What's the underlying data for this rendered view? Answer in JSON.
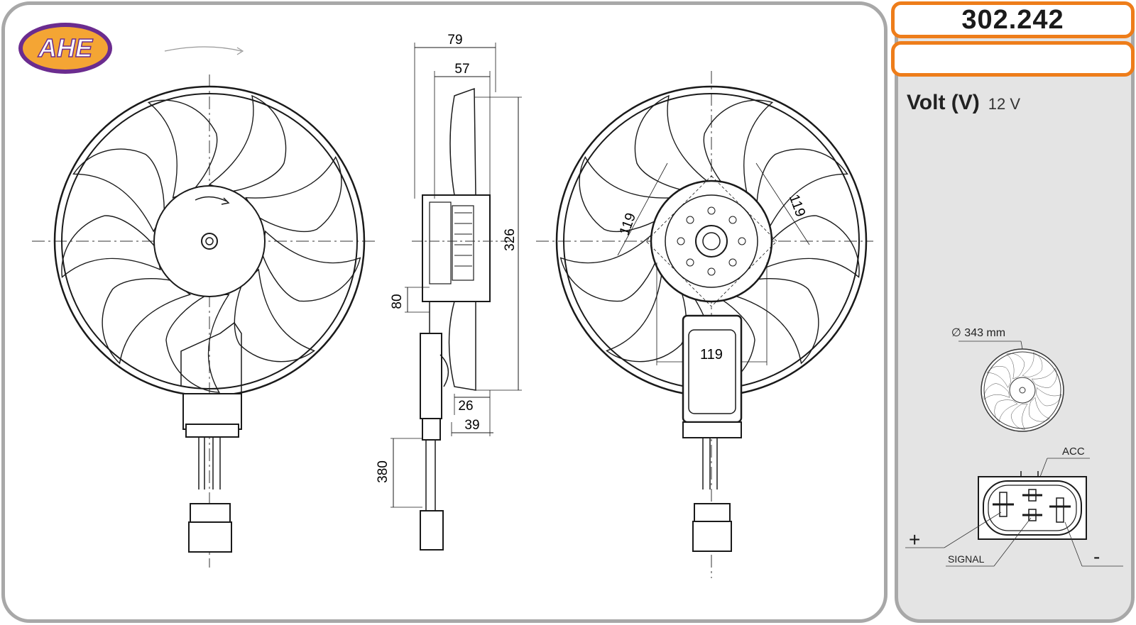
{
  "logo": {
    "text": "AHE",
    "colors": {
      "outer": "#6b2c8f",
      "inner": "#f4a534",
      "text": "#ffffff"
    }
  },
  "part": {
    "number": "302.242",
    "second_value": ""
  },
  "specs": {
    "volt_label": "Volt (V)",
    "volt_value": "12 V"
  },
  "dimensions": {
    "d79": "79",
    "d57": "57",
    "d326": "326",
    "d80": "80",
    "d26": "26",
    "d39": "39",
    "d380": "380",
    "d119_left": "119",
    "d119_right": "119",
    "d119_bottom": "119"
  },
  "thumbnail": {
    "diameter_label": "∅ 343 mm"
  },
  "connector": {
    "acc": "ACC",
    "signal": "SIGNAL",
    "plus": "+",
    "minus": "-"
  },
  "colors": {
    "accent": "#ee7d1a",
    "panel_border": "#a8a8a8",
    "side_bg": "#e4e4e4",
    "line": "#1a1a1a"
  }
}
